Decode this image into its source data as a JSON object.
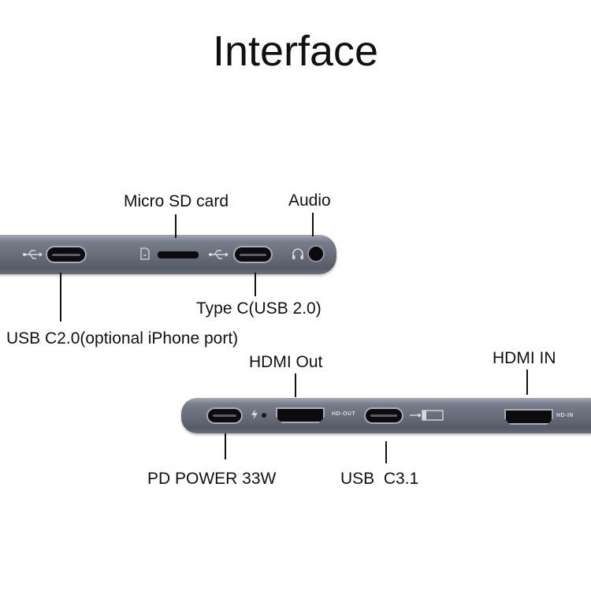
{
  "title": "Interface",
  "labels": {
    "micro_sd": "Micro SD card",
    "audio": "Audio",
    "type_c_usb2": "Type C(USB 2.0)",
    "usb_c2_iphone": "USB C2.0(optional  iPhone port)",
    "hdmi_out": "HDMI Out",
    "hdmi_in": "HDMI IN",
    "pd_power": "PD POWER 33W",
    "usb_c31": "USB  C3.1"
  },
  "engravings": {
    "hd_out": "HD-OUT",
    "hd_in": "HD-IN"
  },
  "colors": {
    "chassis": "#6b6f7c",
    "port": "#0c0c0f",
    "text": "#111111"
  }
}
